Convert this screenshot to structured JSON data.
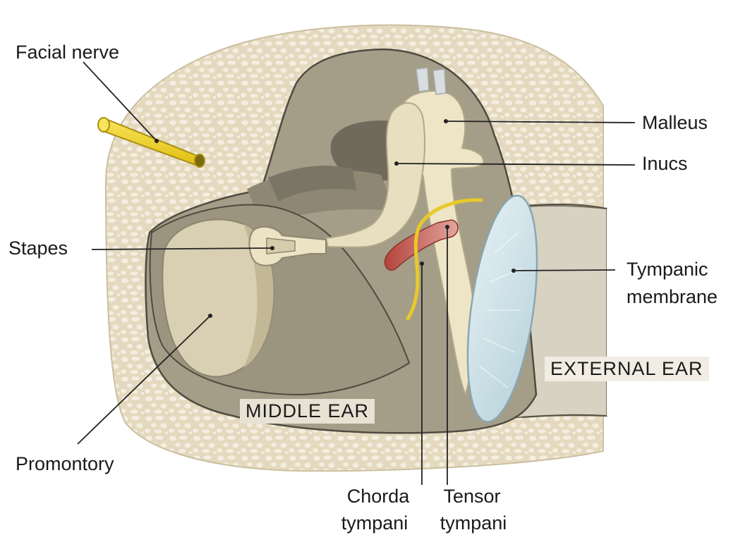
{
  "labels": {
    "facial_nerve": "Facial nerve",
    "malleus": "Malleus",
    "incus": "Inucs",
    "stapes": "Stapes",
    "tympanic_membrane_line1": "Tympanic",
    "tympanic_membrane_line2": "membrane",
    "promontory": "Promontory",
    "chorda_line1": "Chorda",
    "chorda_line2": "tympani",
    "tensor_line1": "Tensor",
    "tensor_line2": "tympani"
  },
  "regions": {
    "middle_ear": "MIDDLE EAR",
    "external_ear": "EXTERNAL EAR"
  },
  "colors": {
    "bone": "#e6dcc3",
    "bone_pore": "#f3ede0",
    "bone_outline": "#c9bd9f",
    "cavity": "#a39c87",
    "cavity_dark": "#7f7967",
    "cavity_deep": "#6e695b",
    "ossicle": "#efe6c9",
    "ossicle_outline": "#b8ad8a",
    "nerve": "#f2d52c",
    "nerve_outline": "#b89f10",
    "muscle": "#c1564d",
    "membrane": "#cfe3ea",
    "membrane_outline": "#93aeb8",
    "external_canal": "#d9d3c3",
    "region_bg": "#e9e4d6"
  }
}
